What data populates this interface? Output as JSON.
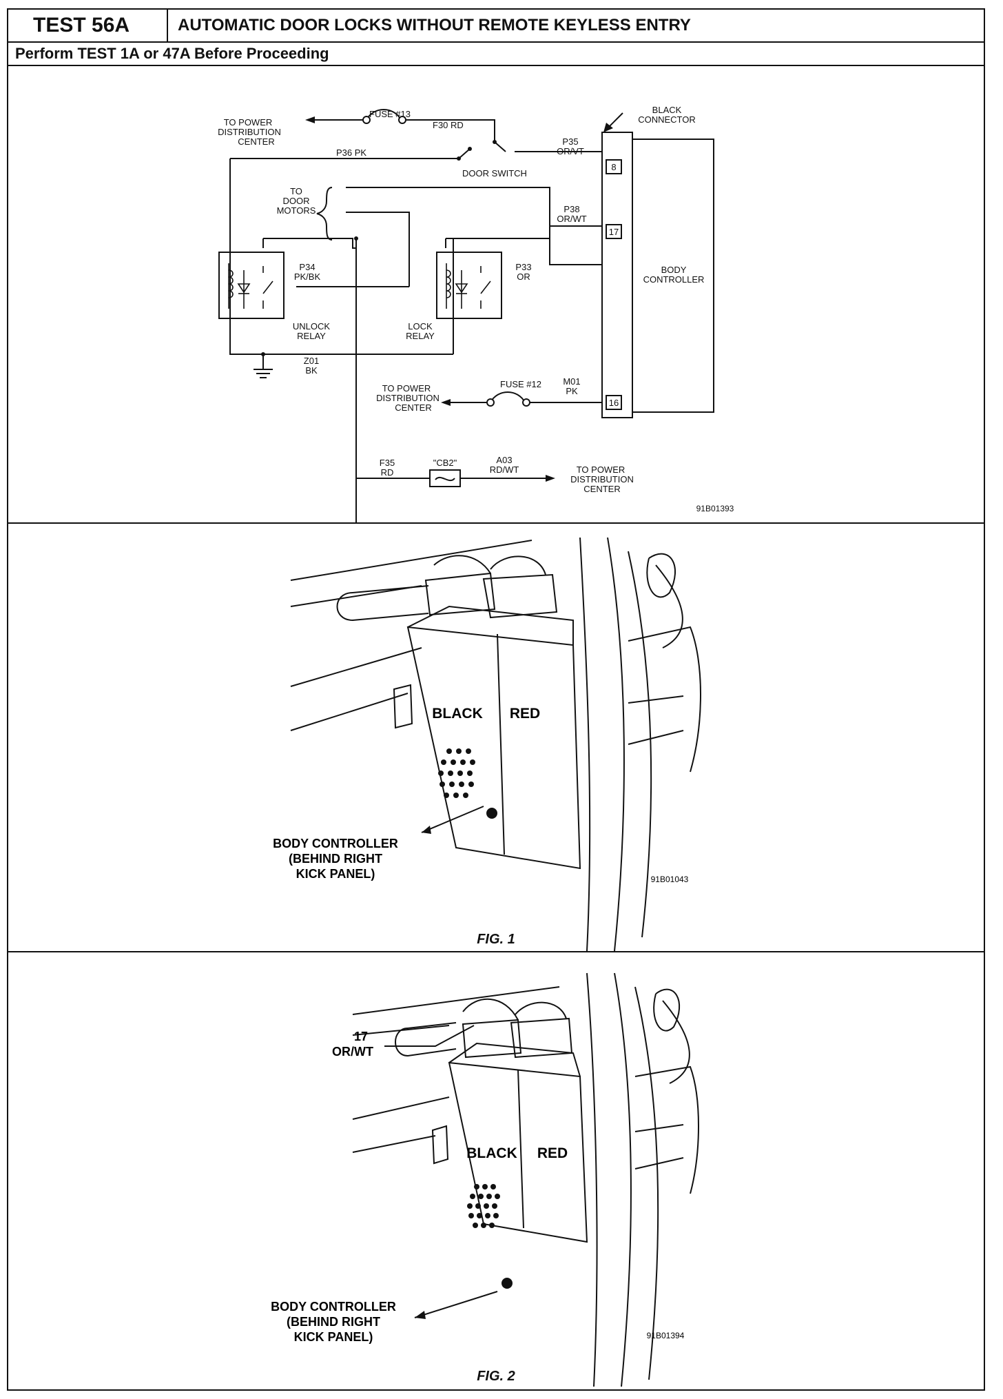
{
  "header": {
    "test_id": "TEST 56A",
    "title": "AUTOMATIC DOOR LOCKS WITHOUT REMOTE KEYLESS ENTRY",
    "prerequisite": "Perform TEST 1A or 47A Before Proceeding"
  },
  "schematic": {
    "pdc_top": [
      "TO POWER",
      "DISTRIBUTION",
      "CENTER"
    ],
    "fuse13": "FUSE #13",
    "f30": "F30 RD",
    "black_connector": [
      "BLACK",
      "CONNECTOR"
    ],
    "p35": [
      "P35",
      "OR/VT"
    ],
    "p36": "P36 PK",
    "door_switch": "DOOR SWITCH",
    "door_motors": [
      "TO",
      "DOOR",
      "MOTORS"
    ],
    "p38": [
      "P38",
      "OR/WT"
    ],
    "p34": [
      "P34",
      "PK/BK"
    ],
    "p33": [
      "P33",
      "OR"
    ],
    "body_controller": [
      "BODY",
      "CONTROLLER"
    ],
    "unlock_relay": [
      "UNLOCK",
      "RELAY"
    ],
    "lock_relay": [
      "LOCK",
      "RELAY"
    ],
    "z01": [
      "Z01",
      "BK"
    ],
    "pdc_mid": [
      "TO POWER",
      "DISTRIBUTION",
      "CENTER"
    ],
    "fuse12": "FUSE #12",
    "m01": [
      "M01",
      "PK"
    ],
    "f35": [
      "F35",
      "RD"
    ],
    "cb2": "\"CB2\"",
    "a03": [
      "A03",
      "RD/WT"
    ],
    "pdc_bottom": [
      "TO POWER",
      "DISTRIBUTION",
      "CENTER"
    ],
    "pin8": "8",
    "pin17": "17",
    "pin16": "16",
    "ref": "91B01393"
  },
  "fig1": {
    "black": "BLACK",
    "red": "RED",
    "callout": [
      "BODY CONTROLLER",
      "(BEHIND RIGHT",
      "KICK PANEL)"
    ],
    "ref": "91B01043",
    "caption": "FIG. 1"
  },
  "fig2": {
    "wire": [
      "17",
      "OR/WT"
    ],
    "black": "BLACK",
    "red": "RED",
    "callout": [
      "BODY CONTROLLER",
      "(BEHIND RIGHT",
      "KICK PANEL)"
    ],
    "ref": "91B01394",
    "caption": "FIG. 2"
  }
}
